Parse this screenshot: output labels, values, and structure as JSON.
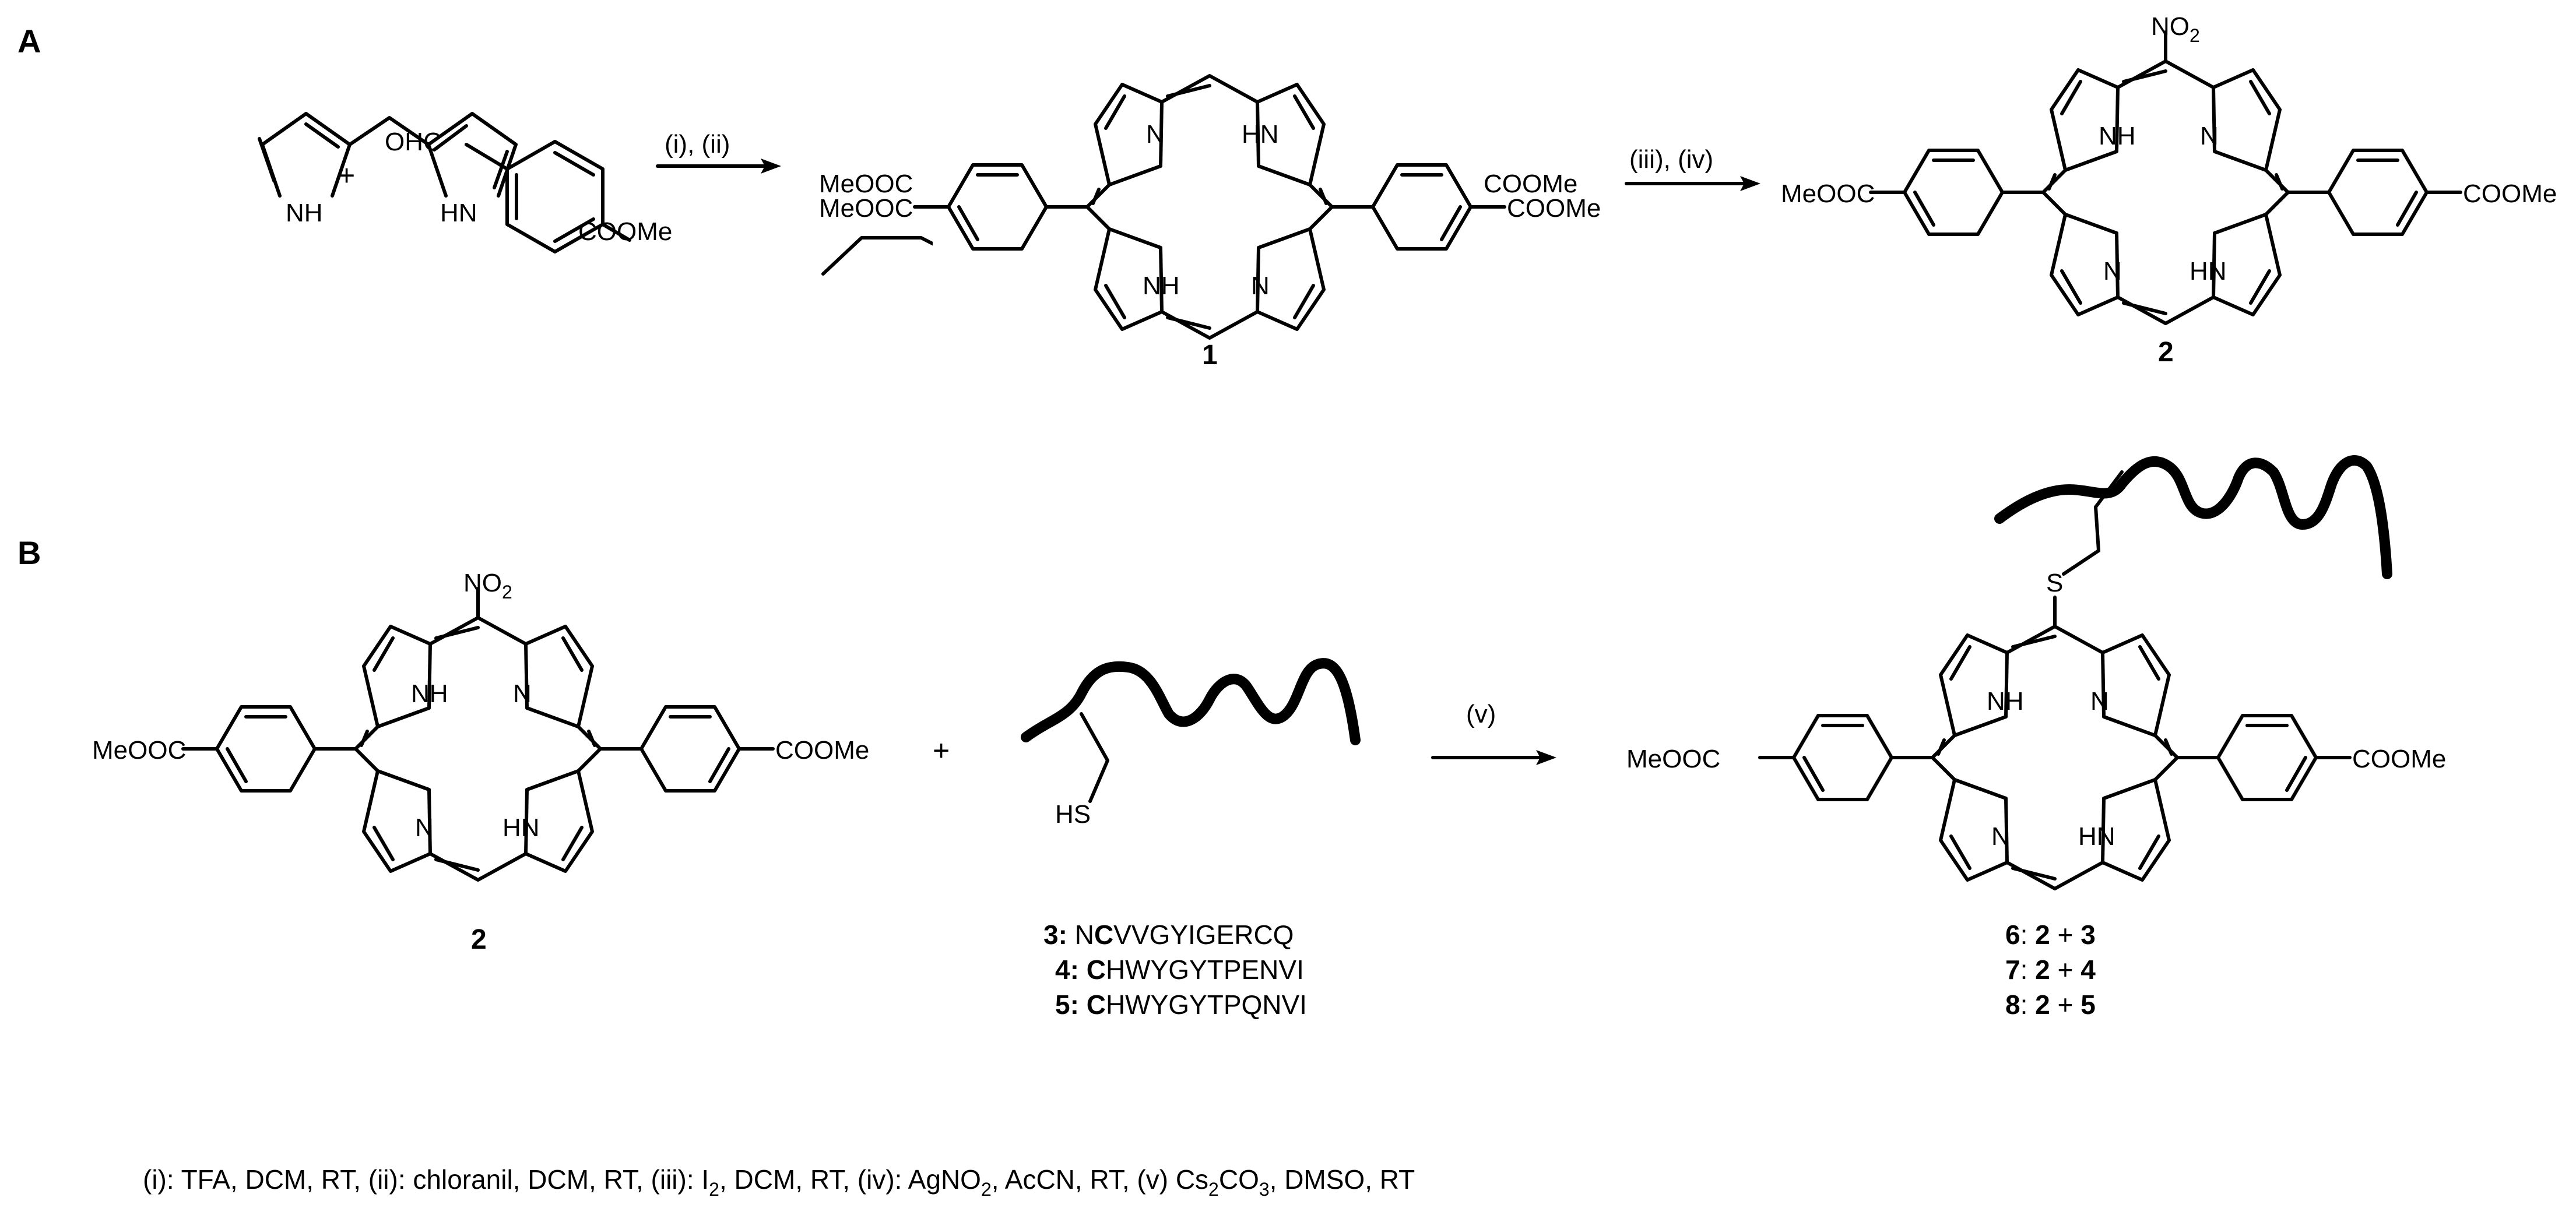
{
  "panel_a": {
    "label": "A",
    "reagent_aldehyde_cho": "OHC",
    "reagent_aldehyde_ester": "COOMe",
    "reagent_dipyrro_nh_left": "NH",
    "reagent_dipyrro_nh_right": "HN",
    "plus": "+",
    "step1_conditions": "(i), (ii)",
    "step2_conditions": "(iii), (iv)",
    "compound1_label": "1",
    "compound2_label": "2",
    "meooc": "MeOOC",
    "coome": "COOMe",
    "n": "N",
    "nh": "NH",
    "hn": "HN",
    "no2_base": "NO",
    "no2_sub": "2"
  },
  "panel_b": {
    "label": "B",
    "plus": "+",
    "step_conditions": "(v)",
    "thiol_label": "HS",
    "sulfur_label": "S",
    "compound2_label": "2",
    "peptides": [
      {
        "id": "3",
        "prefix": "N",
        "bold_residue": "C",
        "rest": "VVGYIGERCQ"
      },
      {
        "id": "4",
        "prefix": "",
        "bold_residue": "C",
        "rest": "HWYGYTPENVI"
      },
      {
        "id": "5",
        "prefix": "",
        "bold_residue": "C",
        "rest": "HWYGYTPQNVI"
      }
    ],
    "conjugates": [
      {
        "id": "6",
        "a": "2",
        "b": "3"
      },
      {
        "id": "7",
        "a": "2",
        "b": "4"
      },
      {
        "id": "8",
        "a": "2",
        "b": "5"
      }
    ]
  },
  "footnote": {
    "part1": "(i): TFA, DCM, RT, (ii): chloranil, DCM, RT, (iii): I",
    "sub1": "2",
    "part2": ", DCM, RT, (iv): AgNO",
    "sub2": "2",
    "part3": ", AcCN, RT, (v) Cs",
    "sub3": "2",
    "part4": "CO",
    "sub4": "3",
    "part5": ", DMSO, RT"
  }
}
